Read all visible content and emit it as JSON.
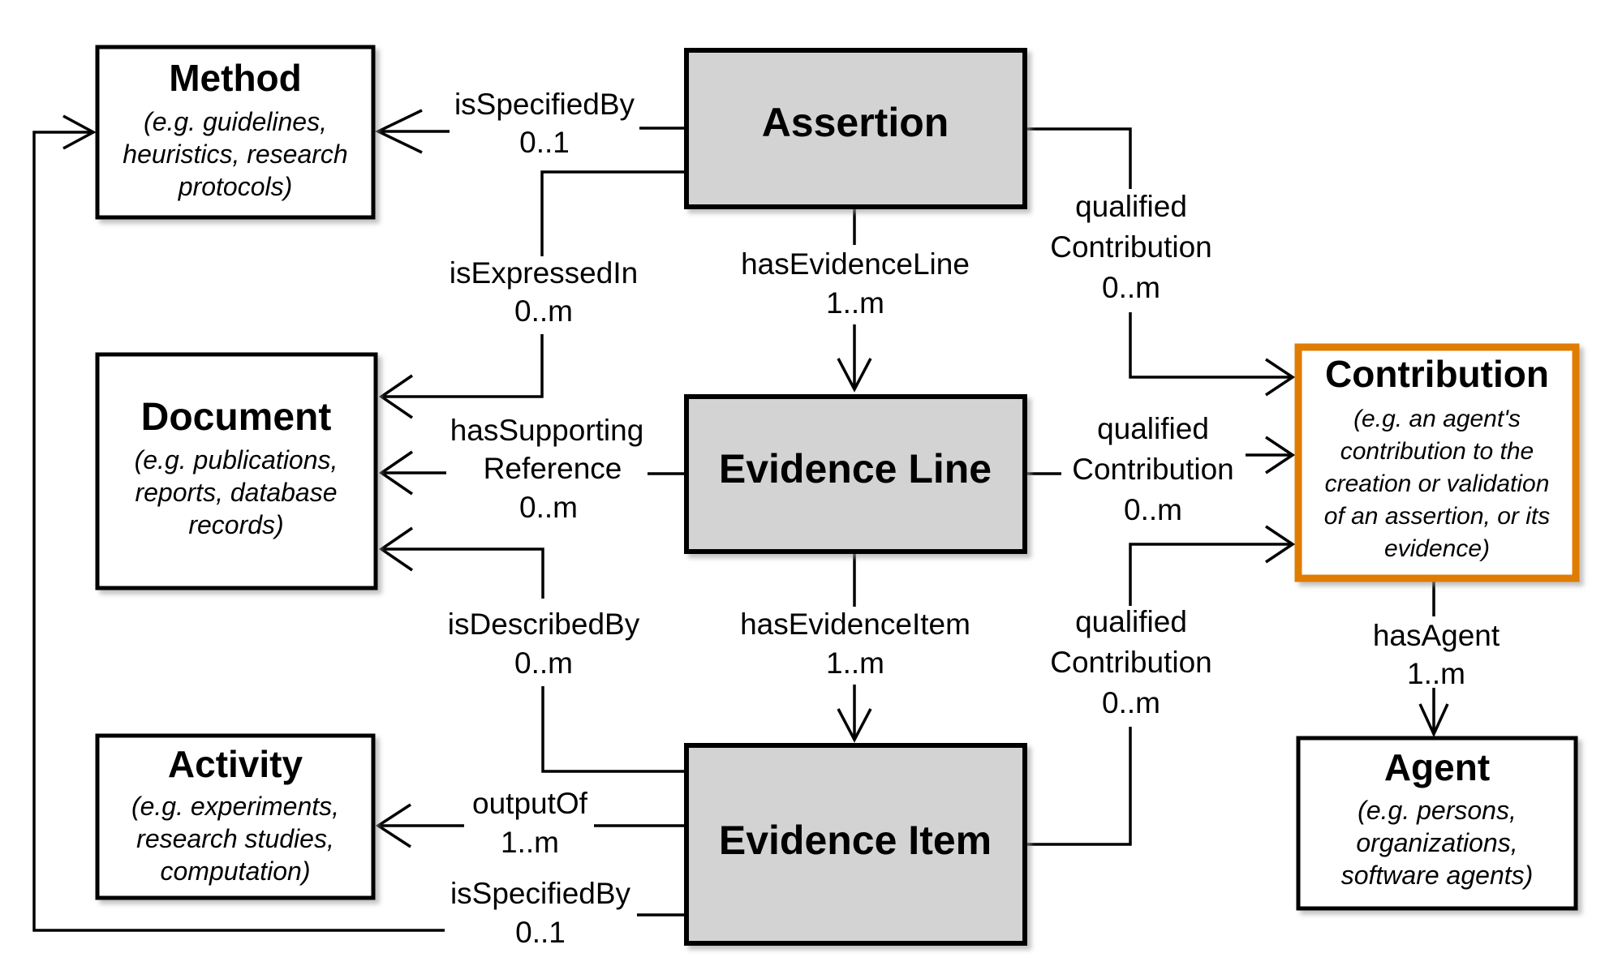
{
  "colors": {
    "core_fill": "#d3d3d3",
    "accent_border": "#e07b00",
    "line": "#000000",
    "shadow": "#bdbdbd"
  },
  "nodes": {
    "method": {
      "title": "Method",
      "sub": [
        "(e.g. guidelines,",
        "heuristics, research",
        "protocols)"
      ]
    },
    "document": {
      "title": "Document",
      "sub": [
        "(e.g. publications,",
        "reports, database",
        "records)"
      ]
    },
    "activity": {
      "title": "Activity",
      "sub": [
        "(e.g. experiments,",
        "research studies,",
        "computation)"
      ]
    },
    "assertion": {
      "title": "Assertion"
    },
    "evidence_line": {
      "title": "Evidence Line"
    },
    "evidence_item": {
      "title": "Evidence Item"
    },
    "contribution": {
      "title": "Contribution",
      "sub": [
        "(e.g. an agent's",
        "contribution to the",
        "creation or validation",
        "of an assertion, or its",
        "evidence)"
      ]
    },
    "agent": {
      "title": "Agent",
      "sub": [
        "(e.g. persons,",
        "organizations,",
        "software agents)"
      ]
    }
  },
  "edges": {
    "assertion_method": [
      "isSpecifiedBy",
      "0..1"
    ],
    "assertion_document": [
      "isExpressedIn",
      "0..m"
    ],
    "assertion_evidence_line": [
      "hasEvidenceLine",
      "1..m"
    ],
    "assertion_contribution": [
      "qualified",
      "Contribution",
      "0..m"
    ],
    "evidence_line_document": [
      "hasSupporting",
      "Reference",
      "0..m"
    ],
    "evidence_line_contribution": [
      "qualified",
      "Contribution",
      "0..m"
    ],
    "evidence_item_document": [
      "isDescribedBy",
      "0..m"
    ],
    "evidence_line_evidence_item": [
      "hasEvidenceItem",
      "1..m"
    ],
    "evidence_item_contribution": [
      "qualified",
      "Contribution",
      "0..m"
    ],
    "contribution_agent": [
      "hasAgent",
      "1..m"
    ],
    "evidence_item_activity": [
      "outputOf",
      "1..m"
    ],
    "evidence_item_method": [
      "isSpecifiedBy",
      "0..1"
    ]
  }
}
